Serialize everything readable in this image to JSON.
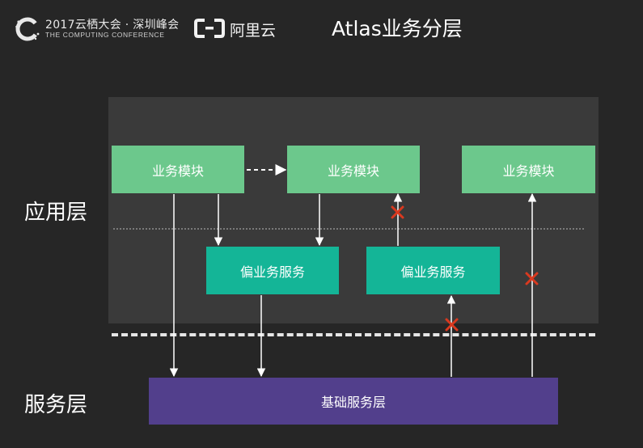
{
  "header": {
    "conference_title": "2017云栖大会 · 深圳峰会",
    "conference_subtitle": "THE COMPUTING CONFERENCE",
    "company_name": "阿里云",
    "page_title": "Atlas业务分层"
  },
  "layers": {
    "app_layer_label": "应用层",
    "service_layer_label": "服务层"
  },
  "modules": [
    {
      "label": "业务模块"
    },
    {
      "label": "业务模块"
    },
    {
      "label": "业务模块"
    }
  ],
  "services": [
    {
      "label": "偏业务服务"
    },
    {
      "label": "偏业务服务"
    }
  ],
  "base": {
    "label": "基础服务层"
  },
  "colors": {
    "background": "#262626",
    "app_region": "#3a3a3a",
    "module": "#6cc88c",
    "service": "#14b597",
    "base": "#523f8c",
    "forbidden_mark": "#d9391f"
  }
}
